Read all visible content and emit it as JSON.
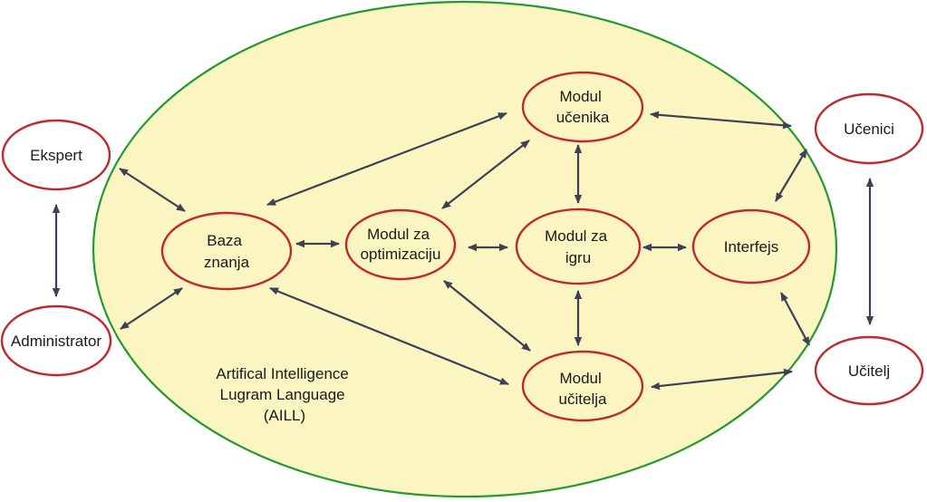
{
  "colors": {
    "system_fill": "#fbf5c2",
    "system_stroke": "#229a2e",
    "node_fill": "#fbf5c2",
    "node_stroke": "#c0282c",
    "actor_fill": "#ffffff",
    "arrow": "#3f3f55"
  },
  "system": {
    "caption": [
      "Artifical Intelligence",
      "Lugram Language",
      "(AILL)"
    ]
  },
  "actors": {
    "ekspert": [
      "Ekspert"
    ],
    "administrator": [
      "Administrator"
    ],
    "ucenici": [
      "Učenici"
    ],
    "ucitelj": [
      "Učitelj"
    ]
  },
  "modules": {
    "baza_znanja": [
      "Baza",
      "znanja"
    ],
    "modul_za_optimizaciju": [
      "Modul za",
      "optimizaciju"
    ],
    "modul_za_igru": [
      "Modul za",
      "igru"
    ],
    "modul_ucenika": [
      "Modul",
      "učenika"
    ],
    "modul_ucitelja": [
      "Modul",
      "učitelja"
    ],
    "interfejs": [
      "Interfejs"
    ]
  },
  "connections": [
    [
      "ekspert",
      "administrator"
    ],
    [
      "ekspert",
      "baza_znanja"
    ],
    [
      "administrator",
      "baza_znanja"
    ],
    [
      "baza_znanja",
      "modul_za_optimizaciju"
    ],
    [
      "baza_znanja",
      "modul_ucenika"
    ],
    [
      "baza_znanja",
      "modul_ucitelja"
    ],
    [
      "modul_za_optimizaciju",
      "modul_za_igru"
    ],
    [
      "modul_za_optimizaciju",
      "modul_ucenika"
    ],
    [
      "modul_za_optimizaciju",
      "modul_ucitelja"
    ],
    [
      "modul_za_igru",
      "modul_ucenika"
    ],
    [
      "modul_za_igru",
      "modul_ucitelja"
    ],
    [
      "modul_za_igru",
      "interfejs"
    ],
    [
      "modul_ucenika",
      "ucenici"
    ],
    [
      "modul_ucitelja",
      "ucitelj"
    ],
    [
      "interfejs",
      "ucenici"
    ],
    [
      "interfejs",
      "ucitelj"
    ],
    [
      "ucenici",
      "ucitelj"
    ]
  ]
}
